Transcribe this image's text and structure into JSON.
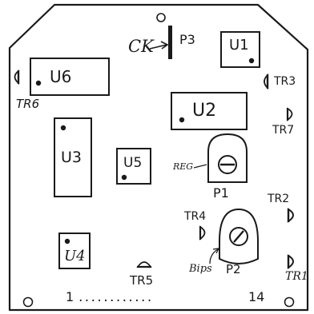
{
  "board": {
    "outline_color": "#1a1a1a",
    "background": "#ffffff"
  },
  "components": {
    "u1": "U1",
    "u2": "U2",
    "u3": "U3",
    "u4": "U4",
    "u5": "U5",
    "u6": "U6"
  },
  "connectors": {
    "p1": "P1",
    "p2": "P2",
    "p3": "P3",
    "ck": "CK"
  },
  "transistors": {
    "tr1": "TR1",
    "tr2": "TR2",
    "tr3": "TR3",
    "tr4": "TR4",
    "tr5": "TR5",
    "tr6": "TR6",
    "tr7": "TR7"
  },
  "annotations": {
    "reg": "REG",
    "bips": "Bips"
  },
  "pin_header": {
    "start": "1",
    "dots": "............",
    "end": "14"
  }
}
